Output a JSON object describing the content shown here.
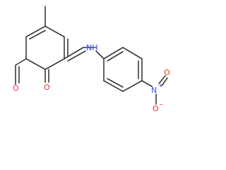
{
  "molecule": {
    "atoms": [
      {
        "id": "o_ald",
        "text": "O",
        "color": "#e8392a"
      },
      {
        "id": "o_ket",
        "text": "O",
        "color": "#e8392a"
      },
      {
        "id": "nh",
        "text": "NH",
        "color": "#3050f8"
      },
      {
        "id": "n_nitro",
        "text": "N",
        "color": "#3050f8"
      },
      {
        "id": "n_plus",
        "text": "+",
        "color": "#3050f8"
      },
      {
        "id": "o_nitro_top",
        "text": "O",
        "color": "#e8392a"
      },
      {
        "id": "o_nitro_bottom",
        "text": "O",
        "color": "#e8392a"
      },
      {
        "id": "o_minus",
        "text": "−",
        "color": "#e8392a"
      }
    ],
    "colors": {
      "bond": "#3a3a3a",
      "oxygen": "#e8392a",
      "nitrogen": "#3050f8"
    }
  }
}
